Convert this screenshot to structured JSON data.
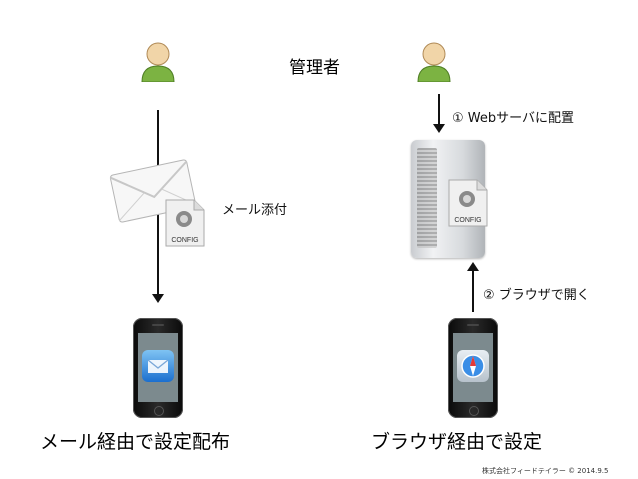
{
  "title": "管理者",
  "left": {
    "attachment_label": "メール添付",
    "caption": "メール経由で設定配布"
  },
  "right": {
    "step1_label": "① Webサーバに配置",
    "step2_label": "② ブラウザで開く",
    "caption": "ブラウザ経由で設定"
  },
  "config_file_label": "CONFIG",
  "footer": "株式会社フィードテイラー © 2014.9.5"
}
